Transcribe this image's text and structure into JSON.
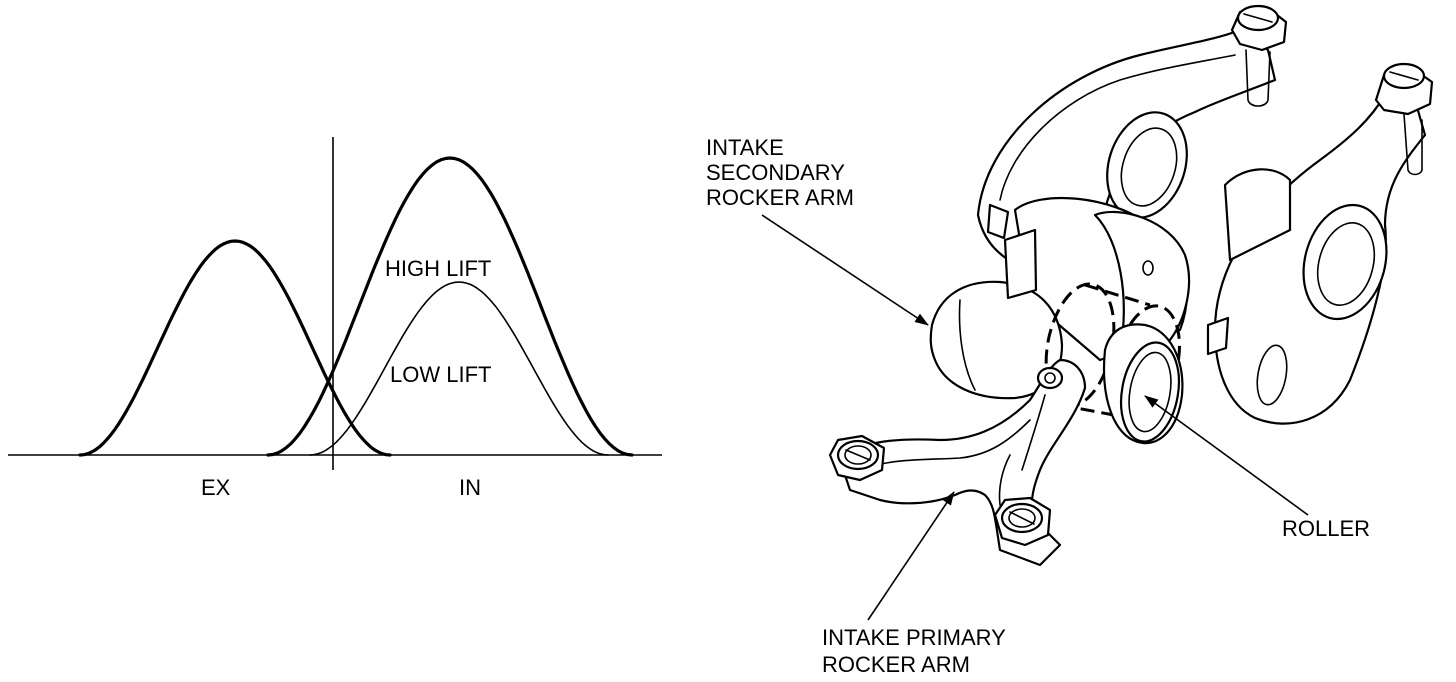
{
  "valve_lift_diagram": {
    "exhaust_label": "EX",
    "intake_label": "IN",
    "high_lift_label": "HIGH LIFT",
    "low_lift_label": "LOW LIFT"
  },
  "rocker_assembly": {
    "secondary_label": [
      "INTAKE",
      "SECONDARY",
      "ROCKER ARM"
    ],
    "roller_label": "ROLLER",
    "primary_label": [
      "INTAKE PRIMARY",
      "ROCKER ARM"
    ]
  }
}
